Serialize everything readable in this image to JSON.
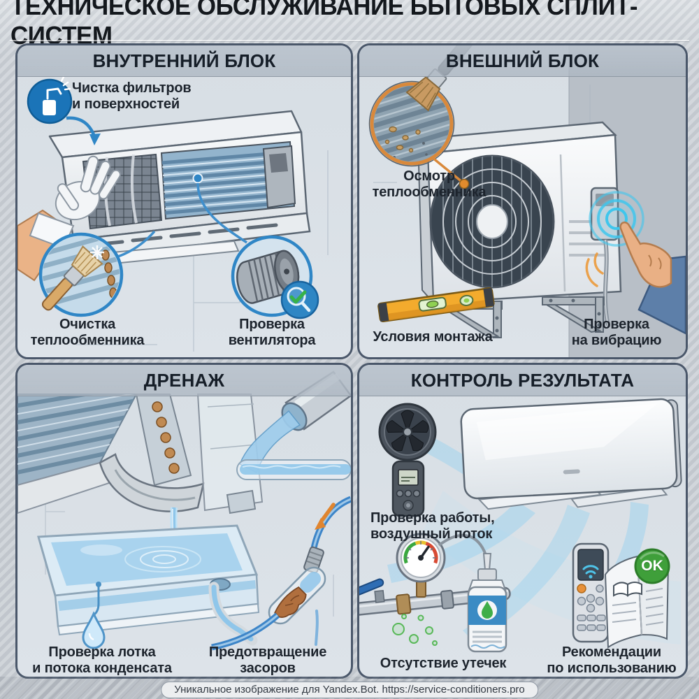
{
  "title": "ТЕХНИЧЕСКОЕ ОБСЛУЖИВАНИЕ БЫТОВЫХ СПЛИТ-СИСТЕМ",
  "footer": "Уникальное изображение для Yandex.Bot. https://service-conditioners.pro",
  "panels": {
    "indoor": {
      "title": "ВНУТРЕННИЙ БЛОК",
      "filters": "Чистка фильтров\nи поверхностей",
      "heat_exchanger": "Очистка\nтеплообменника",
      "fan": "Проверка\nвентилятора"
    },
    "outdoor": {
      "title": "ВНЕШНИЙ БЛОК",
      "inspect": "Осмотр\nтеплообменника",
      "mounting": "Условия монтажа",
      "vibration": "Проверка\nна вибрацию"
    },
    "drain": {
      "title": "ДРЕНАЖ",
      "tray": "Проверка лотка\nи потока конденсата",
      "clogs": "Предотвращение\nзасоров"
    },
    "result": {
      "title": "КОНТРОЛЬ РЕЗУЛЬТАТА",
      "airflow": "Проверка работы,\nвоздушный поток",
      "leaks": "Отсутствие утечек",
      "recommendations": "Рекомендации\nпо использованию",
      "ok_badge": "OK"
    }
  },
  "colors": {
    "accent_blue": "#2f86c6",
    "accent_orange": "#d9893b",
    "accent_green": "#3fae49",
    "vibration_cyan": "#3fc6ec",
    "panel_border": "#4a576a",
    "header_band": "#b8c2cc",
    "water_blue": "#a9d3ee",
    "text_dark": "#1d242d"
  },
  "icons": [
    "spray-bottle-icon",
    "cleaning-brush-icon",
    "crossflow-fan-icon",
    "magnifier-check-icon",
    "dirty-coil-icon",
    "inspection-brush-icon",
    "spirit-level-icon",
    "vibration-waves-icon",
    "touch-hand-icon",
    "glove-hand-icon",
    "water-drop-icon",
    "drain-clog-icon",
    "orange-arrow-icon",
    "anemometer-icon",
    "airflow-icon",
    "pressure-gauge-icon",
    "valve-icon",
    "leak-detector-bottle-icon",
    "bubbles-icon",
    "remote-control-icon",
    "manual-book-icon",
    "ok-badge-icon"
  ]
}
